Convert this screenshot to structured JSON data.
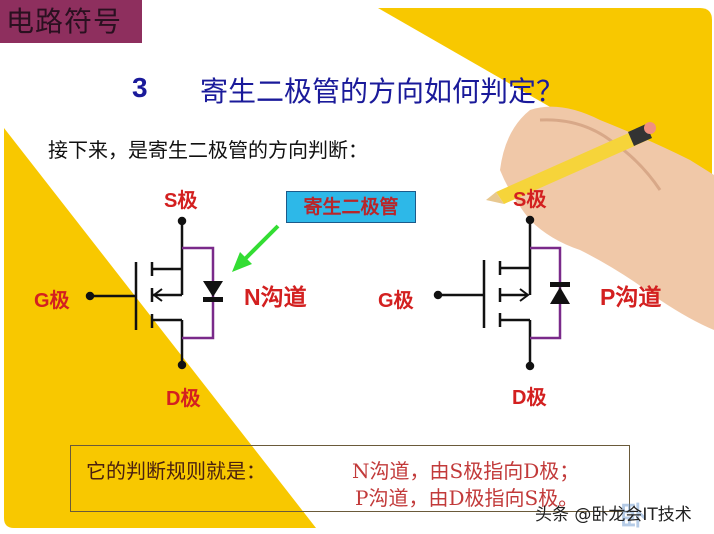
{
  "slide": {
    "corner_title": "电路符号",
    "heading_number": "3",
    "heading_text": "寄生二极管的方向如何判定？",
    "intro": "接下来，是寄生二极管的方向判断：",
    "callout": "寄生二极管",
    "colors": {
      "accent_yellow": "#f8c800",
      "corner_bg": "#8e2f5e",
      "heading_blue": "#1a1a9a",
      "label_red": "#d32020",
      "callout_bg": "#2db8e8",
      "diode_loop_purple": "#7a2a8a",
      "arrow_green": "#33dd33"
    }
  },
  "nmos": {
    "source_label": "S极",
    "gate_label": "G极",
    "drain_label": "D极",
    "channel_label": "N沟道"
  },
  "pmos": {
    "source_label": "S极",
    "gate_label": "G极",
    "drain_label": "D极",
    "channel_label": "P沟道"
  },
  "rule": {
    "title": "它的判断规则就是：",
    "line1": "N沟道，由S极指向D极；",
    "line2": "P沟道，由D极指向S极。"
  },
  "watermark": {
    "text": "头条 @卧龙会IT技术",
    "logo": "卧"
  }
}
